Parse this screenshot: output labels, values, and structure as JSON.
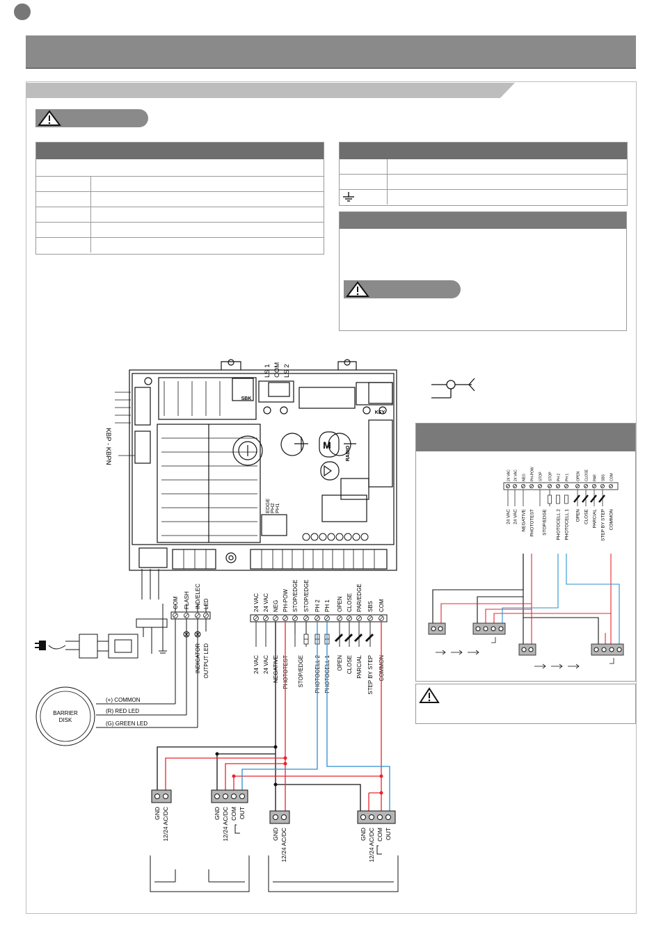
{
  "diagram_text": {
    "board": {
      "connector_sbk": "SBK",
      "connector_key": "KEY",
      "radio": "RADIO",
      "limit_switches": [
        "LS 1",
        "COM",
        "LS 2"
      ],
      "dip_labels": [
        "EDGE",
        "PH2",
        "PH1"
      ],
      "side_label": "KBP - KBPN",
      "motor_symbol": "M"
    },
    "left_terminals": [
      "COM",
      "FLASH",
      "IND/ELEC",
      "LED"
    ],
    "left_functions": [
      "INDICATOR",
      "OUTPUT LED"
    ],
    "barrier_disk": {
      "label": [
        "BARRIER",
        "DISK"
      ],
      "leads": [
        "(+) COMMON",
        "(R) RED LED",
        "(G) GREEN LED"
      ]
    },
    "right_terminals": [
      "24 VAC",
      "24 VAC",
      "NEG",
      "PH-POW",
      "STOP/EDGE",
      "STOP/EDGE",
      "PH 2",
      "PH 1",
      "OPEN",
      "CLOSE",
      "PAR/EDGE",
      "SBS",
      "COM"
    ],
    "right_functions": [
      "24 VAC",
      "24 VAC",
      "NEGATIVE",
      "PHOTOTEST",
      "STOP/EDGE",
      "PHOTOCELL 2",
      "PHOTOCELL 1",
      "OPEN",
      "CLOSE",
      "PARCIAL",
      "STEP BY STEP",
      "COMMON"
    ],
    "device_labels": {
      "tx_left": [
        "GND",
        "12/24 AC/DC"
      ],
      "rx_left": [
        "GND",
        "12/24 AC/DC",
        "COM",
        "OUT"
      ],
      "tx_right": [
        "GND",
        "12/24 AC/DC"
      ],
      "rx_right": [
        "GND",
        "12/24 AC/DC",
        "COM",
        "OUT"
      ]
    },
    "mini": {
      "terminals": [
        "24 VAC",
        "24 VAC",
        "NEG",
        "PH-POW",
        "STOP",
        "STOP",
        "PH 2",
        "PH 1",
        "OPEN",
        "CLOSE",
        "PAR",
        "SBS",
        "COM"
      ],
      "functions": [
        "24 VAC",
        "24 VAC",
        "NEGATIVE",
        "PHOTOTEST",
        "STOP/EDGE",
        "PHOTOCELL 2",
        "PHOTOCELL 1",
        "OPEN",
        "CLOSE",
        "PARCIAL",
        "STEP BY STEP",
        "COMMON"
      ]
    }
  },
  "colors": {
    "red_wire": "#e8242c",
    "blue_wire": "#2b8fd0",
    "black_wire": "#1a1a1a",
    "header_grey": "#8a8a8a",
    "table_header": "#6e6e6e",
    "terminal_grey": "#b5b5b5"
  },
  "icons": [
    "warning-icon",
    "ground-icon",
    "plug-icon",
    "switch-symbol-icon"
  ]
}
